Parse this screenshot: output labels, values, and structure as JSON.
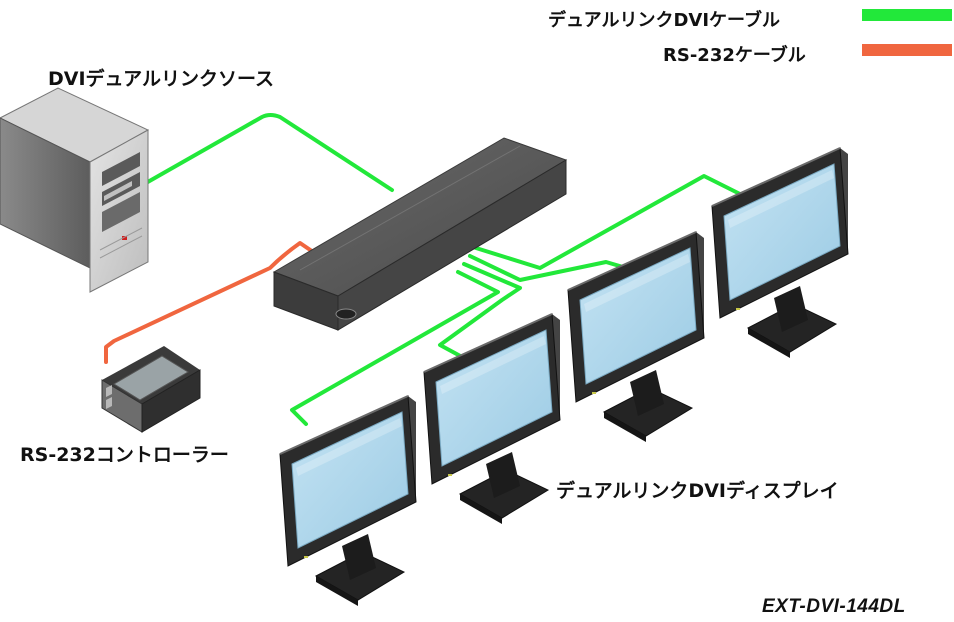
{
  "legend": {
    "dual_link_label": "デュアルリンクDVIケーブル",
    "dual_link_color": "#22e83a",
    "rs232_label": "RS-232ケーブル",
    "rs232_color": "#f0663f"
  },
  "labels": {
    "source": "DVIデュアルリンクソース",
    "controller": "RS-232コントローラー",
    "displays": "デュアルリンクDVIディスプレイ",
    "model": "EXT-DVI-144DL"
  },
  "colors": {
    "screen": "#a9d3ea",
    "monitor_body": "#2b2b2b",
    "switch_body": "#505050",
    "pc_body": "#c9c9c9"
  }
}
